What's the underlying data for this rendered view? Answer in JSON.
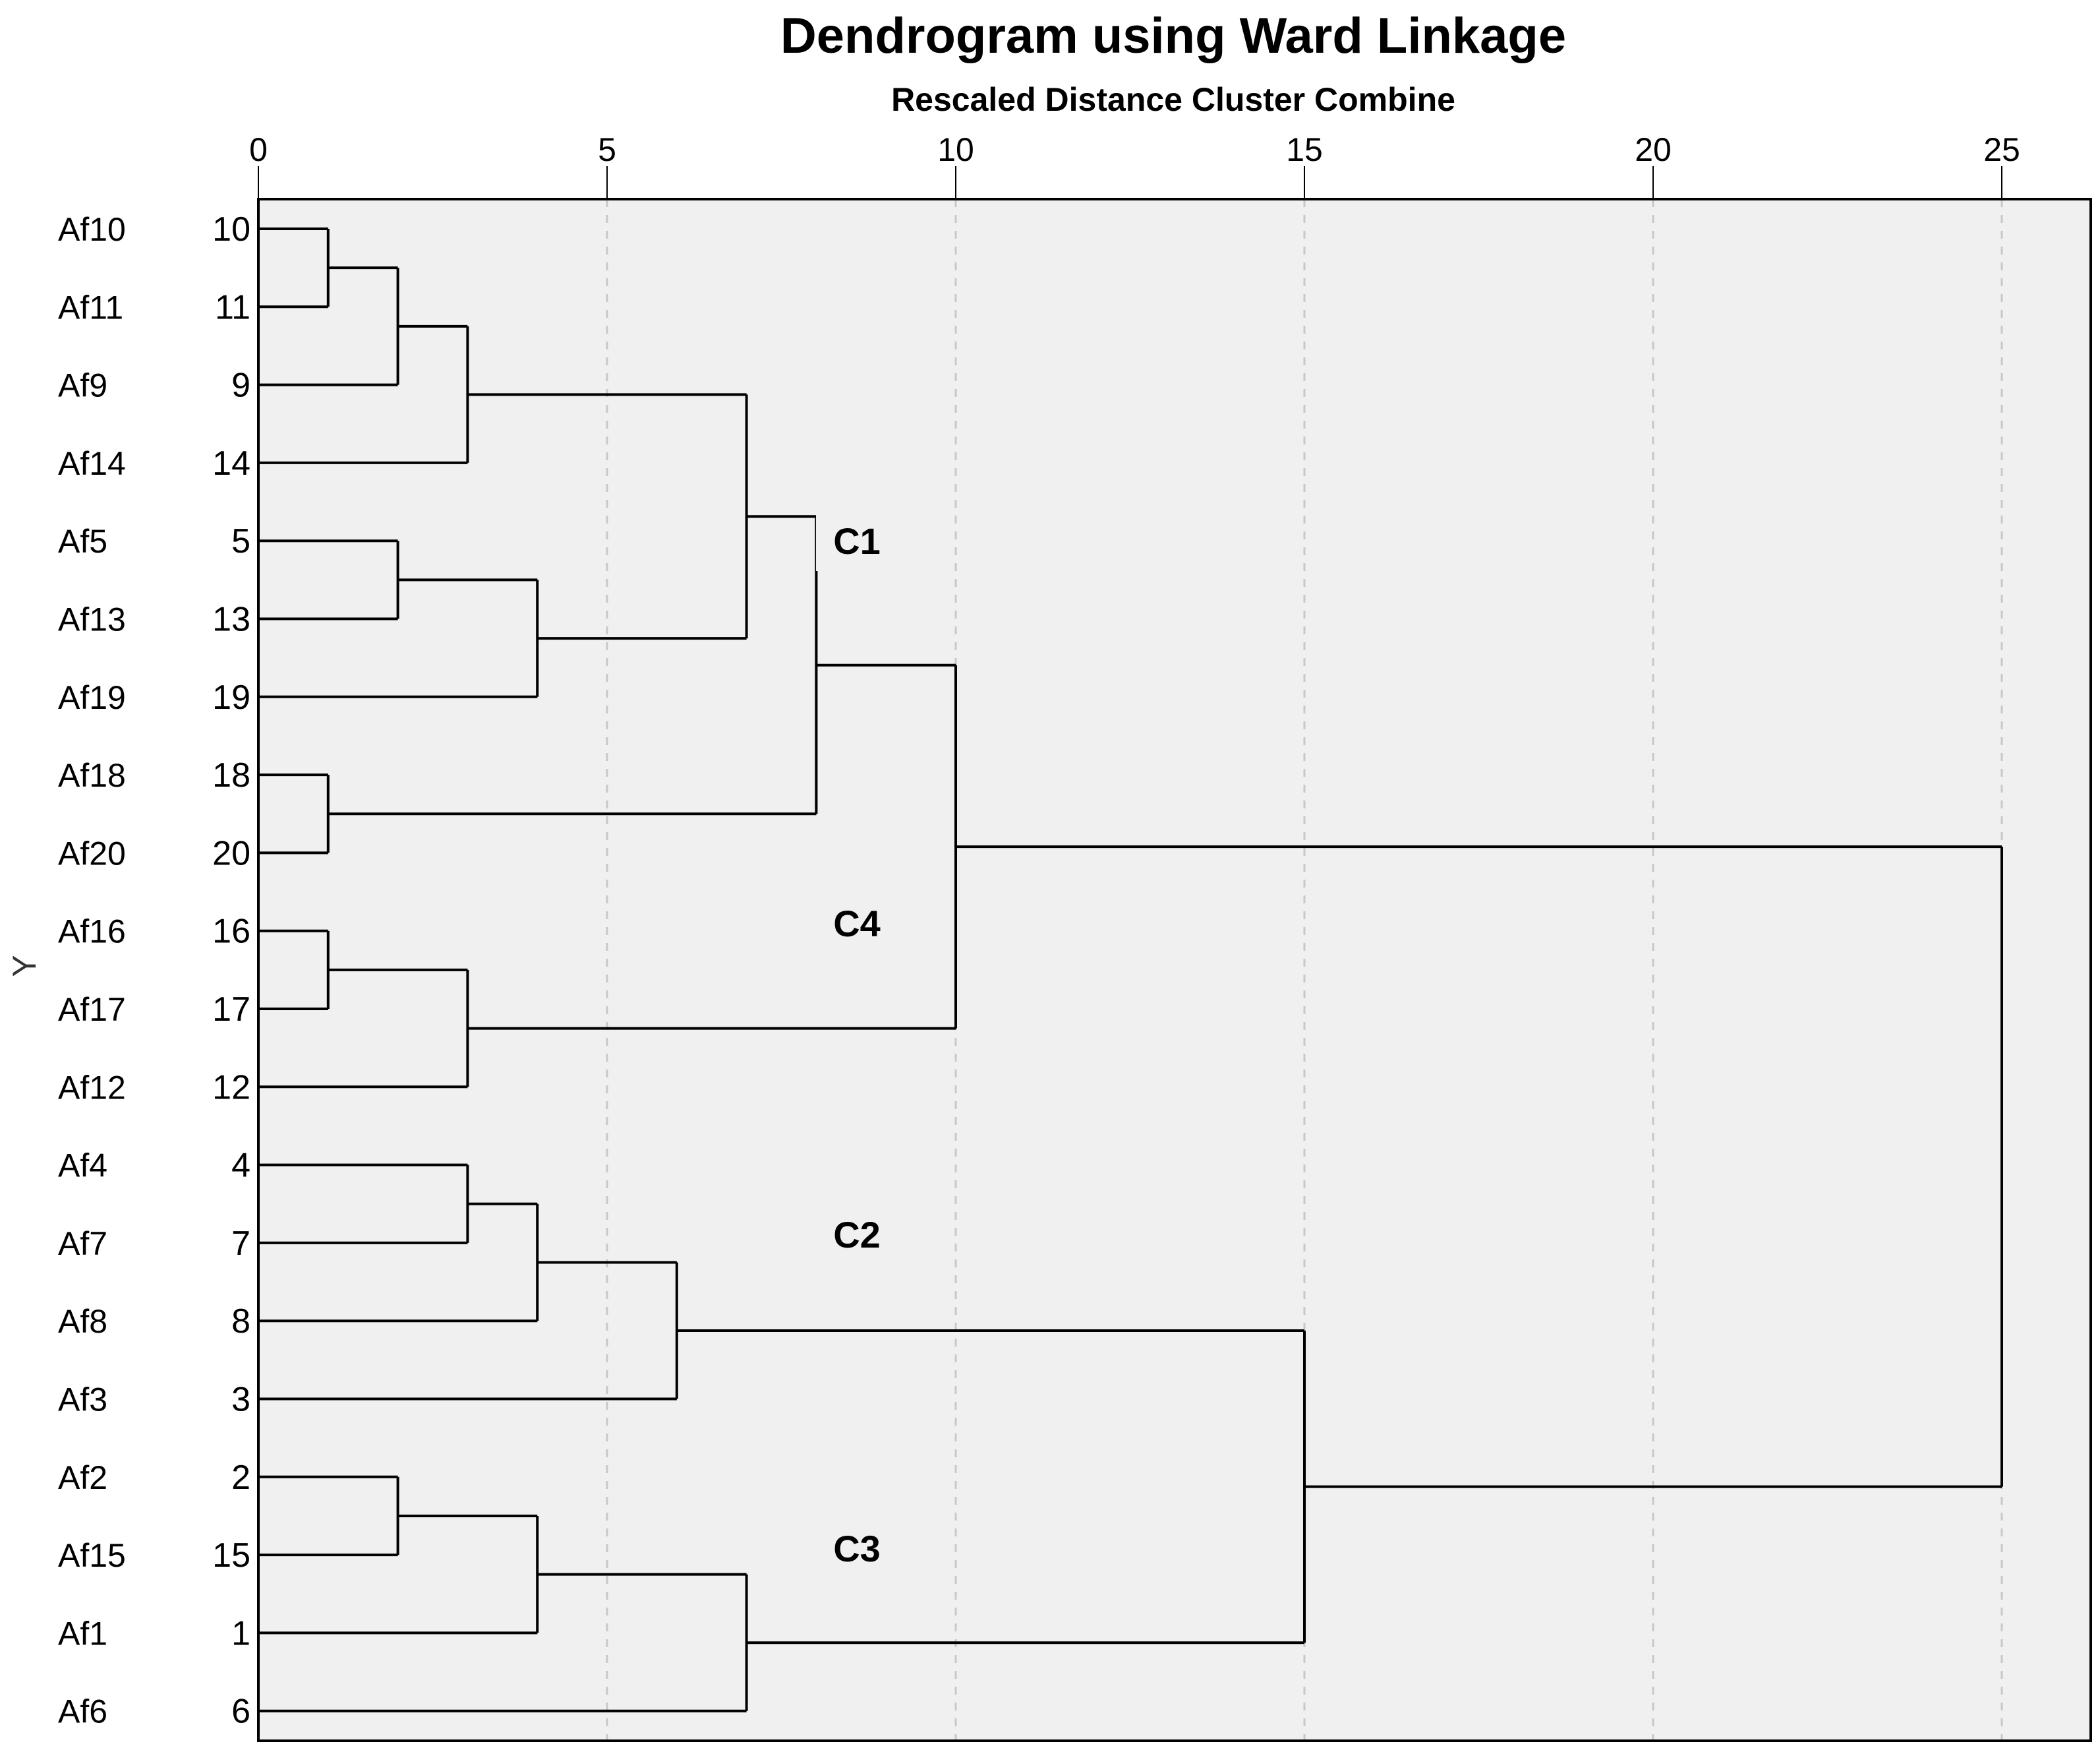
{
  "chart_data": {
    "type": "dendrogram",
    "title": "Dendrogram using Ward Linkage",
    "subtitle": "Rescaled Distance Cluster Combine",
    "ylabel": "Y",
    "xlim": [
      0,
      26.3
    ],
    "xticks": [
      0,
      5,
      10,
      15,
      20,
      25
    ],
    "grid": "vertical dashed at major ticks",
    "colors": {
      "plot_bg": "#f0f0f0",
      "grid": "#c8c8c8",
      "line": "#000000"
    },
    "leaves": [
      {
        "name": "Af10",
        "id": "10"
      },
      {
        "name": "Af11",
        "id": "11"
      },
      {
        "name": "Af9",
        "id": "9"
      },
      {
        "name": "Af14",
        "id": "14"
      },
      {
        "name": "Af5",
        "id": "5"
      },
      {
        "name": "Af13",
        "id": "13"
      },
      {
        "name": "Af19",
        "id": "19"
      },
      {
        "name": "Af18",
        "id": "18"
      },
      {
        "name": "Af20",
        "id": "20"
      },
      {
        "name": "Af16",
        "id": "16"
      },
      {
        "name": "Af17",
        "id": "17"
      },
      {
        "name": "Af12",
        "id": "12"
      },
      {
        "name": "Af4",
        "id": "4"
      },
      {
        "name": "Af7",
        "id": "7"
      },
      {
        "name": "Af8",
        "id": "8"
      },
      {
        "name": "Af3",
        "id": "3"
      },
      {
        "name": "Af2",
        "id": "2"
      },
      {
        "name": "Af15",
        "id": "15"
      },
      {
        "name": "Af1",
        "id": "1"
      },
      {
        "name": "Af6",
        "id": "6"
      }
    ],
    "merges": [
      {
        "a": "10",
        "b": "11",
        "height": 1
      },
      {
        "a": "10-11",
        "b": "9",
        "height": 2
      },
      {
        "a": "10-11-9",
        "b": "14",
        "height": 3
      },
      {
        "a": "5",
        "b": "13",
        "height": 2
      },
      {
        "a": "5-13",
        "b": "19",
        "height": 4
      },
      {
        "a": "10-11-9-14",
        "b": "5-13-19",
        "height": 7
      },
      {
        "a": "18",
        "b": "20",
        "height": 1
      },
      {
        "a": "10...19",
        "b": "18-20",
        "height": 8
      },
      {
        "a": "16",
        "b": "17",
        "height": 1
      },
      {
        "a": "16-17",
        "b": "12",
        "height": 3
      },
      {
        "a": "10...20",
        "b": "16-17-12",
        "height": 10
      },
      {
        "a": "4",
        "b": "7",
        "height": 3
      },
      {
        "a": "4-7",
        "b": "8",
        "height": 4
      },
      {
        "a": "4-7-8",
        "b": "3",
        "height": 6
      },
      {
        "a": "2",
        "b": "15",
        "height": 2
      },
      {
        "a": "2-15",
        "b": "1",
        "height": 4
      },
      {
        "a": "2-15-1",
        "b": "6",
        "height": 7
      },
      {
        "a": "4...3",
        "b": "2...6",
        "height": 15
      },
      {
        "a": "10...12",
        "b": "4...6",
        "height": 25
      }
    ],
    "cluster_annotations": [
      "C1",
      "C4",
      "C2",
      "C3"
    ]
  }
}
